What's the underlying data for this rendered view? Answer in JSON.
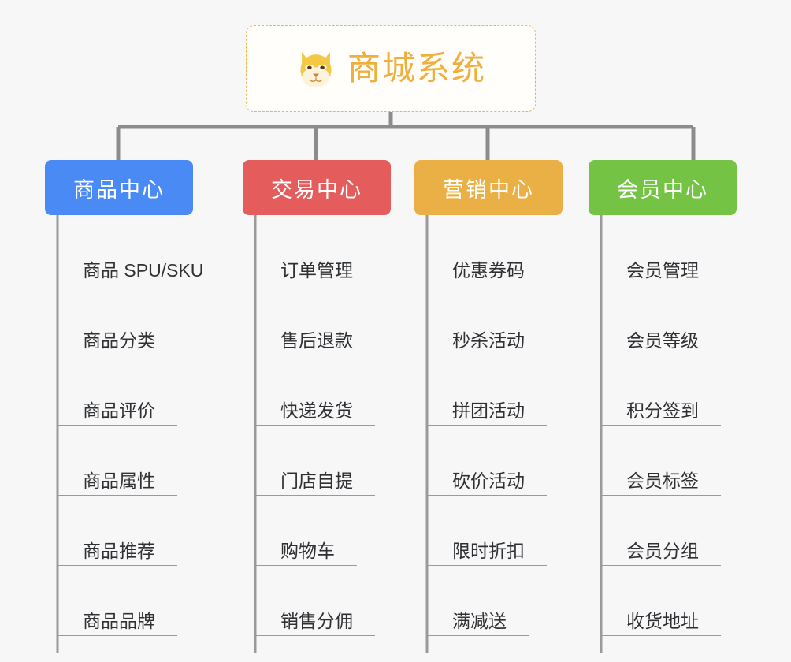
{
  "page": {
    "background_color": "#f7f7f7",
    "title": "商城系统 功能架构图"
  },
  "root": {
    "icon": "shiba-dog-face-icon",
    "title": "商城系统",
    "text_color": "#f0ae3c",
    "border_color": "#e9b558",
    "background_color": "#fffefb"
  },
  "columns": [
    {
      "id": "product-center",
      "label": "商品中心",
      "color": "#4a8af4",
      "items": [
        "商品 SPU/SKU",
        "商品分类",
        "商品评价",
        "商品属性",
        "商品推荐",
        "商品品牌"
      ]
    },
    {
      "id": "trade-center",
      "label": "交易中心",
      "color": "#e55c5c",
      "items": [
        "订单管理",
        "售后退款",
        "快递发货",
        "门店自提",
        "购物车",
        "销售分佣"
      ]
    },
    {
      "id": "marketing-center",
      "label": "营销中心",
      "color": "#eab045",
      "items": [
        "优惠券码",
        "秒杀活动",
        "拼团活动",
        "砍价活动",
        "限时折扣",
        "满减送"
      ]
    },
    {
      "id": "member-center",
      "label": "会员中心",
      "color": "#74c344",
      "items": [
        "会员管理",
        "会员等级",
        "积分签到",
        "会员标签",
        "会员分组",
        "收货地址"
      ]
    }
  ],
  "connector": {
    "color": "#8c8c8c",
    "spine_color": "#9a9a9a"
  }
}
